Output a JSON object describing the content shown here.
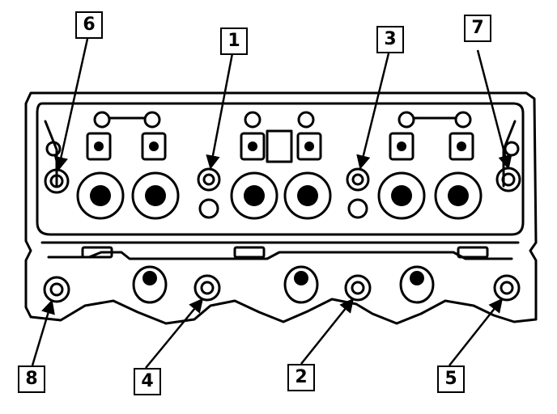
{
  "diagram": {
    "callouts": [
      {
        "id": "c6",
        "label": "6"
      },
      {
        "id": "c1",
        "label": "1"
      },
      {
        "id": "c3",
        "label": "3"
      },
      {
        "id": "c7",
        "label": "7"
      },
      {
        "id": "c8",
        "label": "8"
      },
      {
        "id": "c4",
        "label": "4"
      },
      {
        "id": "c2",
        "label": "2"
      },
      {
        "id": "c5",
        "label": "5"
      }
    ],
    "colors": {
      "ink": "#000000",
      "paper": "#ffffff"
    }
  }
}
